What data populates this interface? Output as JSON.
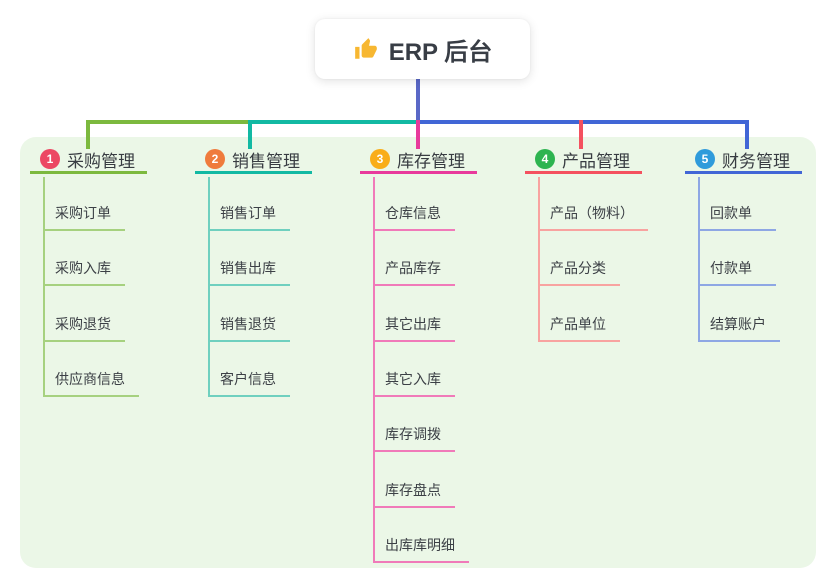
{
  "root": {
    "title": "ERP 后台",
    "icon": "thumbs-up-icon",
    "icon_color": "#f7b731",
    "connector_color": "#5a68c7"
  },
  "panel": {
    "background": "#ebf7e7"
  },
  "branches": [
    {
      "num": "1",
      "title": "采购管理",
      "badge_color": "#ec4863",
      "line_color": "#7cb93e",
      "light_line_color": "#a6d17f",
      "items": [
        "采购订单",
        "采购入库",
        "采购退货",
        "供应商信息"
      ]
    },
    {
      "num": "2",
      "title": "销售管理",
      "badge_color": "#ef7b3c",
      "line_color": "#12b9a3",
      "light_line_color": "#6fd0bf",
      "items": [
        "销售订单",
        "销售出库",
        "销售退货",
        "客户信息"
      ]
    },
    {
      "num": "3",
      "title": "库存管理",
      "badge_color": "#f9ad18",
      "line_color": "#e83a9c",
      "light_line_color": "#f07ab9",
      "items": [
        "仓库信息",
        "产品库存",
        "其它出库",
        "其它入库",
        "库存调拨",
        "库存盘点",
        "出库库明细"
      ]
    },
    {
      "num": "4",
      "title": "产品管理",
      "badge_color": "#2db450",
      "line_color": "#f4515f",
      "light_line_color": "#f8a3a0",
      "items": [
        "产品（物料）",
        "产品分类",
        "产品单位"
      ]
    },
    {
      "num": "5",
      "title": "财务管理",
      "badge_color": "#2f9bdb",
      "line_color": "#4166d6",
      "light_line_color": "#8ea7e4",
      "items": [
        "回款单",
        "付款单",
        "结算账户"
      ]
    }
  ]
}
